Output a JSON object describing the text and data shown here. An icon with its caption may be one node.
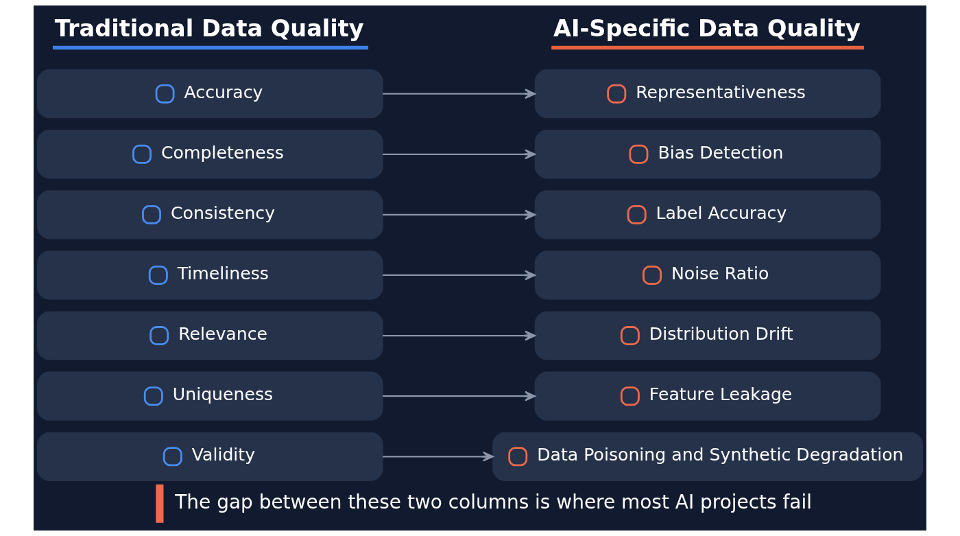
{
  "diagram": {
    "caption": "The gap between these two columns is where most AI projects fail",
    "nodes": [
      {
        "text": [
          "Accuracy"
        ]
      },
      {
        "text": [
          "Completeness"
        ]
      },
      {
        "text": [
          "Consistency"
        ]
      },
      {
        "text": [
          "Timeliness"
        ]
      },
      {
        "text": [
          "Relevance"
        ]
      },
      {
        "text": [
          "Uniqueness"
        ]
      },
      {
        "text": [
          "Validity"
        ]
      },
      {
        "text": [
          "Representativeness"
        ]
      },
      {
        "text": [
          "Bias Detection"
        ]
      },
      {
        "text": [
          "Label Accuracy"
        ]
      },
      {
        "text": [
          "Noise Ratio"
        ]
      },
      {
        "text": [
          "Distribution Drift"
        ]
      },
      {
        "text": [
          "Feature Leakage"
        ]
      },
      {
        "text": [
          "Data Poisoning and Synthetic Degradation"
        ]
      }
    ],
    "edges": [
      {
        "from": 0,
        "to": 7,
        "arrow": "to"
      },
      {
        "from": 1,
        "to": 8,
        "arrow": "to"
      },
      {
        "from": 2,
        "to": 9,
        "arrow": "to"
      },
      {
        "from": 3,
        "to": 10,
        "arrow": "to"
      },
      {
        "from": 4,
        "to": 11,
        "arrow": "to"
      },
      {
        "from": 5,
        "to": 12,
        "arrow": "to"
      },
      {
        "from": 6,
        "to": 13,
        "arrow": "to"
      }
    ],
    "labels": [
      "Traditional Data Quality",
      "AI-Specific Data Quality"
    ]
  }
}
